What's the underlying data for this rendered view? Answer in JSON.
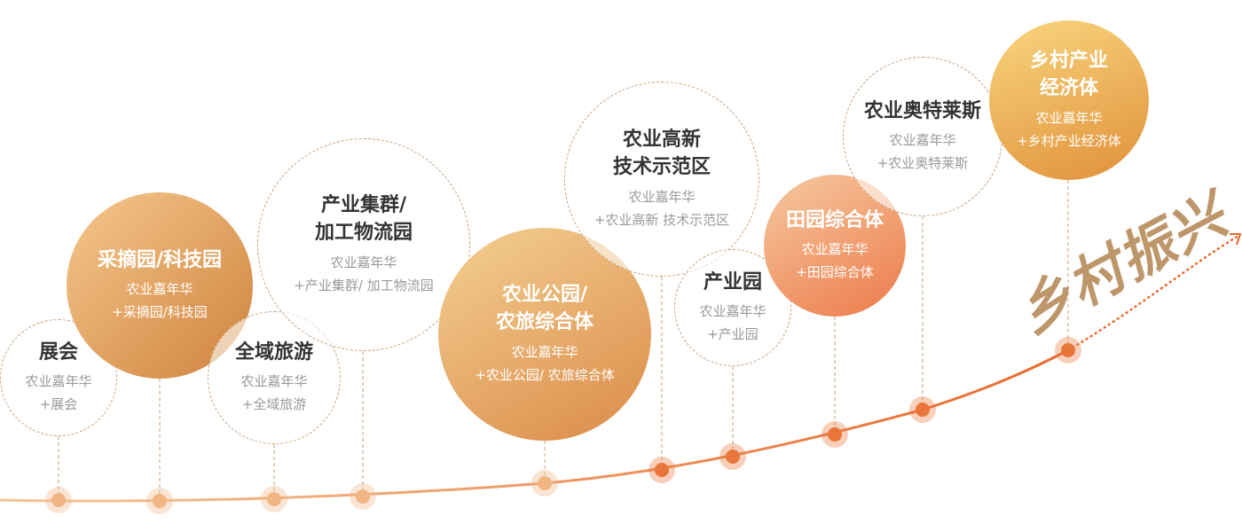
{
  "slogan": "乡村振兴",
  "colors": {
    "curve_start": "#f5c59a",
    "curve_end": "#e8692e",
    "dashed": "#c9a07a",
    "slogan": "#bd966a"
  },
  "nodes": [
    {
      "title": "展会",
      "line1": "农业嘉年华",
      "line2": "+展会",
      "style": "dashed"
    },
    {
      "title": "采摘园/科技园",
      "line1": "农业嘉年华",
      "line2": "+采摘园/科技园",
      "style": "filled"
    },
    {
      "title": "全域旅游",
      "line1": "农业嘉年华",
      "line2": "+全域旅游",
      "style": "dashed"
    },
    {
      "title": "产业集群/\n加工物流园",
      "line1": "农业嘉年华",
      "line2": "+产业集群/ 加工物流园",
      "style": "dashed"
    },
    {
      "title": "农业公园/\n农旅综合体",
      "line1": "农业嘉年华",
      "line2": "+农业公园/ 农旅综合体",
      "style": "filled"
    },
    {
      "title": "农业高新\n技术示范区",
      "line1": "农业嘉年华",
      "line2": "+农业高新 技术示范区",
      "style": "dashed"
    },
    {
      "title": "产业园",
      "line1": "农业嘉年华",
      "line2": "+产业园",
      "style": "dashed"
    },
    {
      "title": "田园综合体",
      "line1": "农业嘉年华",
      "line2": "+田园综合体",
      "style": "filled"
    },
    {
      "title": "农业奥特莱斯",
      "line1": "农业嘉年华",
      "line2": "+农业奥特莱斯",
      "style": "dashed"
    },
    {
      "title": "乡村产业\n经济体",
      "line1": "农业嘉年华",
      "line2": "+乡村产业经济体",
      "style": "filled"
    }
  ]
}
